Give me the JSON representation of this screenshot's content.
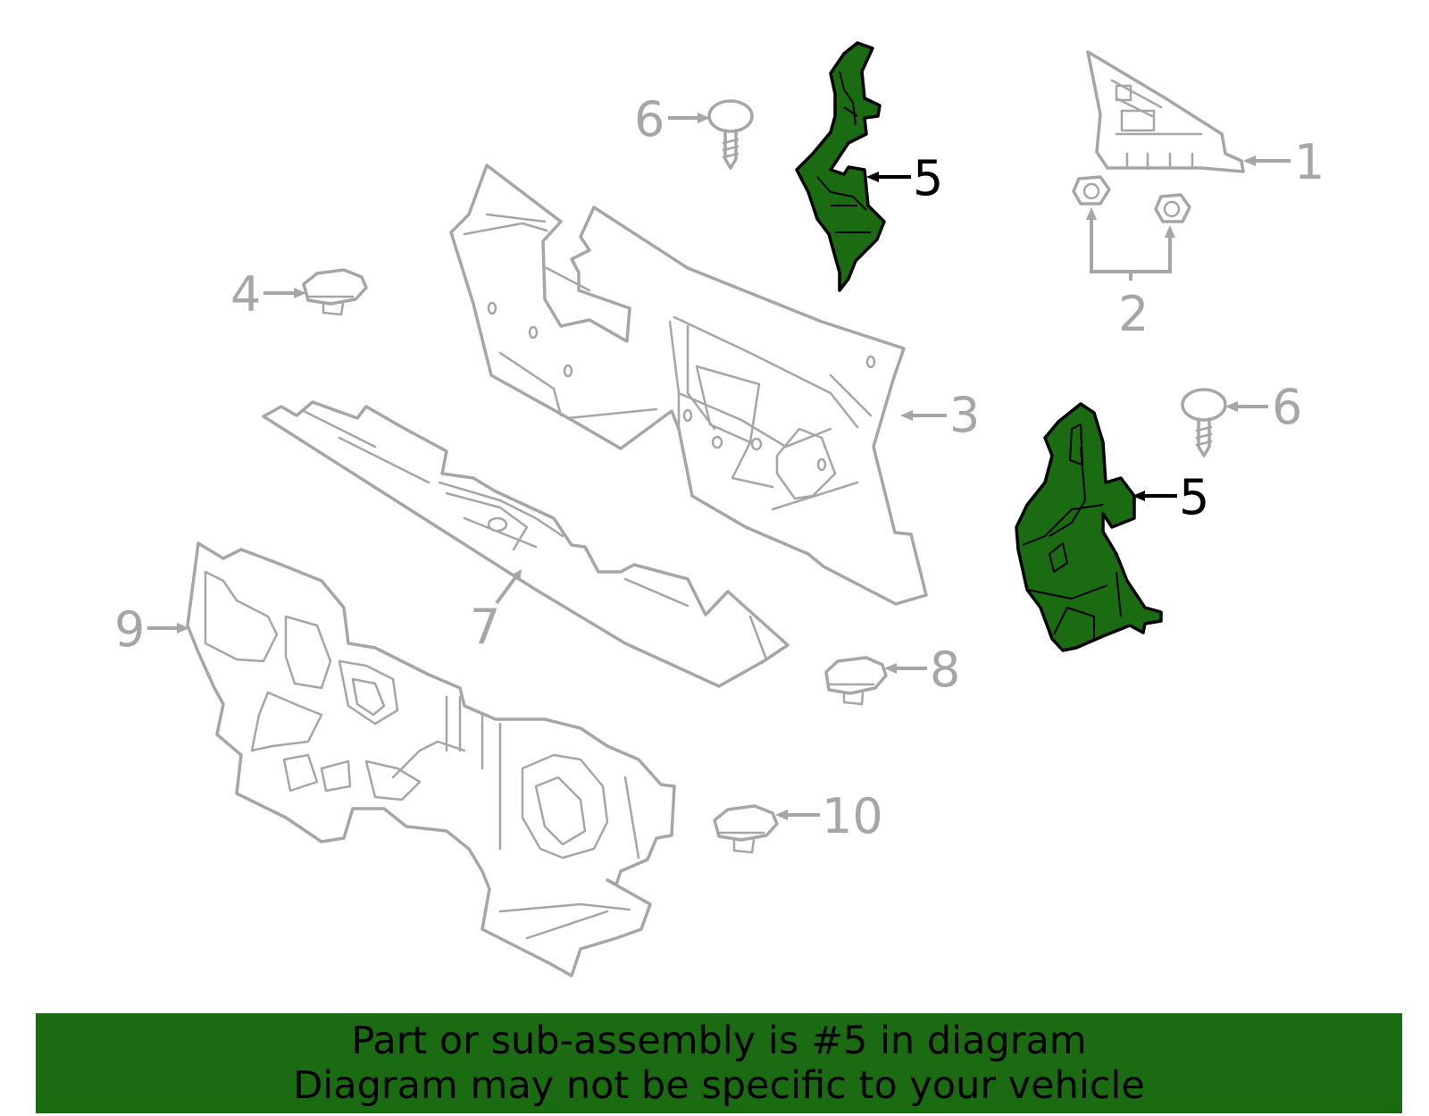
{
  "diagram": {
    "callouts": [
      {
        "id": "c1",
        "label": "1",
        "highlighted": false
      },
      {
        "id": "c2",
        "label": "2",
        "highlighted": false
      },
      {
        "id": "c3",
        "label": "3",
        "highlighted": false
      },
      {
        "id": "c4",
        "label": "4",
        "highlighted": false
      },
      {
        "id": "c5a",
        "label": "5",
        "highlighted": true
      },
      {
        "id": "c5b",
        "label": "5",
        "highlighted": true
      },
      {
        "id": "c6a",
        "label": "6",
        "highlighted": false
      },
      {
        "id": "c6b",
        "label": "6",
        "highlighted": false
      },
      {
        "id": "c7",
        "label": "7",
        "highlighted": false
      },
      {
        "id": "c8",
        "label": "8",
        "highlighted": false
      },
      {
        "id": "c9",
        "label": "9",
        "highlighted": false
      },
      {
        "id": "c10",
        "label": "10",
        "highlighted": false
      }
    ],
    "colors": {
      "highlight": "#1a6b12",
      "outline": "#a6a6a6",
      "highlight_text": "#000000"
    }
  },
  "banner": {
    "line1": "Part or sub-assembly is #5 in diagram",
    "line2": "Diagram may not be specific to your vehicle"
  }
}
